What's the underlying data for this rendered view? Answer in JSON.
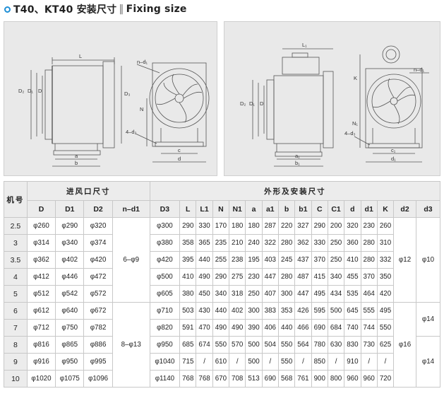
{
  "title": {
    "main": "T40、KT40 安装尺寸",
    "separator": "‖",
    "sub": "Fixing size"
  },
  "colors": {
    "accent": "#1f8fd6",
    "panel_bg": "#e9e9e9",
    "header_bg": "#ececec"
  },
  "drawing_left": {
    "labels": {
      "L": "L",
      "D2": "D₂",
      "D1": "D₁",
      "D": "D",
      "D3": "D₃",
      "n_d1": "n–d₁",
      "N": "N",
      "a": "a",
      "b": "b",
      "c": "c",
      "d": "d",
      "d4_d2": "4–d₂"
    }
  },
  "drawing_right": {
    "labels": {
      "L1": "L₁",
      "n_d1": "n–d₁",
      "K": "K",
      "N1": "N₁",
      "D2": "D₂",
      "D1": "D₁",
      "D": "D",
      "a1": "a₁",
      "b1": "b₁",
      "c1": "c₁",
      "d1": "d₁",
      "d4_d3": "4–d₃"
    }
  },
  "table": {
    "row_header": "机号",
    "group_inlet": "进风口尺寸",
    "group_outer": "外形及安装尺寸",
    "columns": [
      "D",
      "D1",
      "D2",
      "n–d1",
      "D3",
      "L",
      "L1",
      "N",
      "N1",
      "a",
      "a1",
      "b",
      "b1",
      "C",
      "C1",
      "d",
      "d1",
      "K",
      "d2",
      "d3"
    ],
    "rows": [
      {
        "no": "2.5",
        "D": "φ260",
        "D1": "φ290",
        "D2": "φ320",
        "D3": "φ300",
        "L": "290",
        "L1": "330",
        "N": "170",
        "N1": "180",
        "a": "180",
        "a1": "287",
        "b": "220",
        "b1": "327",
        "C": "290",
        "C1": "200",
        "d": "320",
        "d1": "230",
        "K": "260"
      },
      {
        "no": "3",
        "D": "φ314",
        "D1": "φ340",
        "D2": "φ374",
        "D3": "φ380",
        "L": "358",
        "L1": "365",
        "N": "235",
        "N1": "210",
        "a": "240",
        "a1": "322",
        "b": "280",
        "b1": "362",
        "C": "330",
        "C1": "250",
        "d": "360",
        "d1": "280",
        "K": "310"
      },
      {
        "no": "3.5",
        "D": "φ362",
        "D1": "φ402",
        "D2": "φ420",
        "D3": "φ420",
        "L": "395",
        "L1": "440",
        "N": "255",
        "N1": "238",
        "a": "195",
        "a1": "403",
        "b": "245",
        "b1": "437",
        "C": "370",
        "C1": "250",
        "d": "410",
        "d1": "280",
        "K": "332"
      },
      {
        "no": "4",
        "D": "φ412",
        "D1": "φ446",
        "D2": "φ472",
        "D3": "φ500",
        "L": "410",
        "L1": "490",
        "N": "290",
        "N1": "275",
        "a": "230",
        "a1": "447",
        "b": "280",
        "b1": "487",
        "C": "415",
        "C1": "340",
        "d": "455",
        "d1": "370",
        "K": "350"
      },
      {
        "no": "5",
        "D": "φ512",
        "D1": "φ542",
        "D2": "φ572",
        "D3": "φ605",
        "L": "380",
        "L1": "450",
        "N": "340",
        "N1": "318",
        "a": "250",
        "a1": "407",
        "b": "300",
        "b1": "447",
        "C": "495",
        "C1": "434",
        "d": "535",
        "d1": "464",
        "K": "420"
      },
      {
        "no": "6",
        "D": "φ612",
        "D1": "φ640",
        "D2": "φ672",
        "D3": "φ710",
        "L": "503",
        "L1": "430",
        "N": "440",
        "N1": "402",
        "a": "300",
        "a1": "383",
        "b": "353",
        "b1": "426",
        "C": "595",
        "C1": "500",
        "d": "645",
        "d1": "555",
        "K": "495"
      },
      {
        "no": "7",
        "D": "φ712",
        "D1": "φ750",
        "D2": "φ782",
        "D3": "φ820",
        "L": "591",
        "L1": "470",
        "N": "490",
        "N1": "490",
        "a": "390",
        "a1": "406",
        "b": "440",
        "b1": "466",
        "C": "690",
        "C1": "684",
        "d": "740",
        "d1": "744",
        "K": "550"
      },
      {
        "no": "8",
        "D": "φ816",
        "D1": "φ865",
        "D2": "φ886",
        "D3": "φ950",
        "L": "685",
        "L1": "674",
        "N": "550",
        "N1": "570",
        "a": "500",
        "a1": "504",
        "b": "550",
        "b1": "564",
        "C": "780",
        "C1": "630",
        "d": "830",
        "d1": "730",
        "K": "625"
      },
      {
        "no": "9",
        "D": "φ916",
        "D1": "φ950",
        "D2": "φ995",
        "D3": "φ1040",
        "L": "715",
        "L1": "/",
        "N": "610",
        "N1": "/",
        "a": "500",
        "a1": "/",
        "b": "550",
        "b1": "/",
        "C": "850",
        "C1": "/",
        "d": "910",
        "d1": "/",
        "K": "/"
      },
      {
        "no": "10",
        "D": "φ1020",
        "D1": "φ1075",
        "D2": "φ1096",
        "D3": "φ1140",
        "L": "768",
        "L1": "768",
        "N": "670",
        "N1": "708",
        "a": "513",
        "a1": "690",
        "b": "568",
        "b1": "761",
        "C": "900",
        "C1": "800",
        "d": "960",
        "d1": "960",
        "K": "720"
      }
    ],
    "n_d1_group1": "6–φ9",
    "n_d1_group2": "8–φ13",
    "d2_group1": "φ12",
    "d2_group2": "φ16",
    "d3_group1": "φ10",
    "d3_group2": "φ14",
    "d3_group3": "φ14"
  }
}
